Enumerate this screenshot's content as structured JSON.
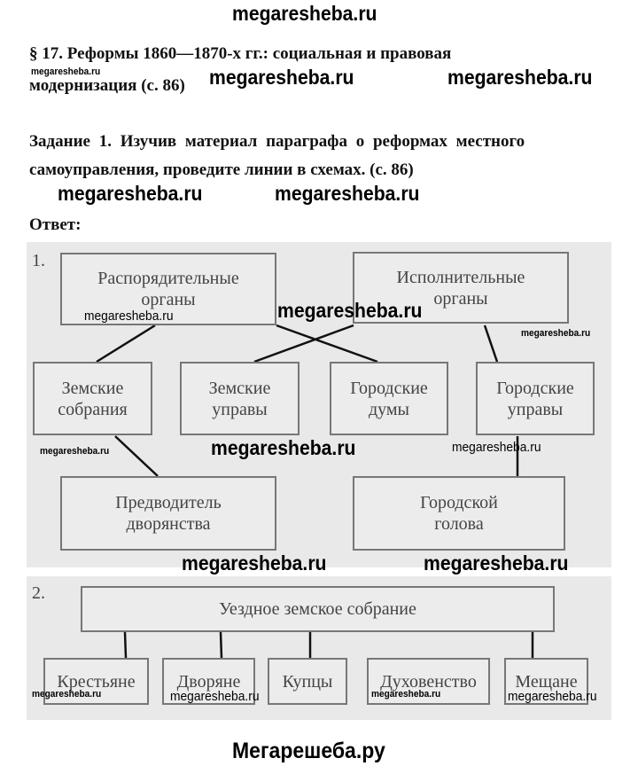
{
  "watermark": "megaresheba.ru",
  "footer": "Мегарешеба.ру",
  "heading": {
    "line1": "§ 17. Реформы 1860—1870-х гг.: социальная и правовая",
    "line2": "модернизация (с. 86)"
  },
  "task": {
    "line1": "Задание 1. Изучив материал параграфа о реформах местного",
    "line2": "самоуправления, проведите линии в схемах. (с. 86)"
  },
  "answer_label": "Ответ:",
  "diagram1": {
    "number": "1.",
    "boxes": {
      "admin": [
        "Распорядительные",
        "органы"
      ],
      "exec": [
        "Исполнительные",
        "органы"
      ],
      "zem_sobr": [
        "Земские",
        "собрания"
      ],
      "zem_upr": [
        "Земские",
        "управы"
      ],
      "gor_dumy": [
        "Городские",
        "думы"
      ],
      "gor_upr": [
        "Городские",
        "управы"
      ],
      "predv": [
        "Предводитель",
        "дворянства"
      ],
      "golova": [
        "Городской",
        "голова"
      ]
    }
  },
  "diagram2": {
    "number": "2.",
    "top": "Уездное земское собрание",
    "items": [
      "Крестьяне",
      "Дворяне",
      "Купцы",
      "Духовенство",
      "Мещане"
    ]
  }
}
